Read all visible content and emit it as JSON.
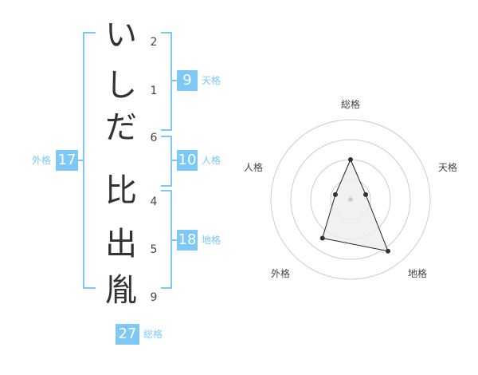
{
  "name": {
    "characters": [
      "い",
      "し",
      "だ",
      "比",
      "出",
      "胤"
    ],
    "strokes": [
      "2",
      "1",
      "6",
      "4",
      "5",
      "9"
    ]
  },
  "fortune": {
    "tenkaku": {
      "value": "9",
      "label": "天格"
    },
    "jinkaku": {
      "value": "10",
      "label": "人格"
    },
    "chikaku": {
      "value": "18",
      "label": "地格"
    },
    "gaikaku": {
      "value": "17",
      "label": "外格"
    },
    "soukaku": {
      "value": "27",
      "label": "総格"
    }
  },
  "radar": {
    "labels": {
      "top": "総格",
      "upper_right": "天格",
      "lower_right": "地格",
      "lower_left": "外格",
      "upper_left": "人格"
    },
    "ring_count": 4,
    "points_scale_0_to_1": {
      "top": 0.5,
      "upper_right": 0.2,
      "lower_right": 0.8,
      "lower_left": 0.6,
      "upper_left": 0.2
    }
  },
  "colors": {
    "accent": "#7ec8f5",
    "text": "#333333",
    "ring": "#cccccc",
    "fill": "#eeeeee",
    "dot": "#333333"
  }
}
